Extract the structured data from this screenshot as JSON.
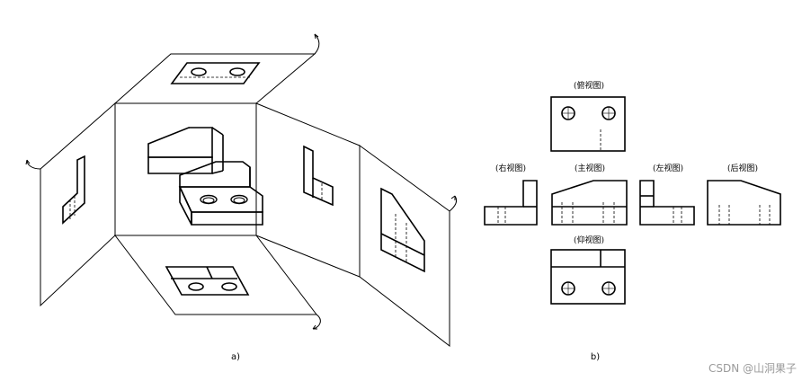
{
  "figure": {
    "a_caption": "a)",
    "b_caption": "b)"
  },
  "views": {
    "top": "(俯视图)",
    "right": "(右视图)",
    "front": "(主视图)",
    "left": "(左视图)",
    "rear": "(后视图)",
    "bottom": "(仰视图)"
  },
  "watermark": "CSDN @山洞果子"
}
